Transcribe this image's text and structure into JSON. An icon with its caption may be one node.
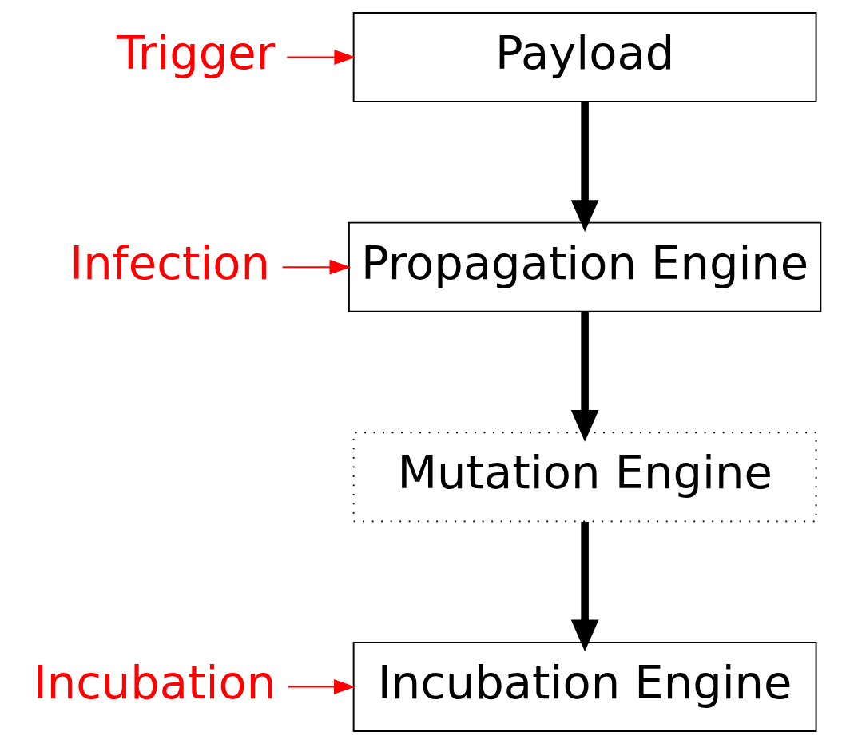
{
  "diagram": {
    "nodes": [
      {
        "text": [
          "Payload"
        ]
      },
      {
        "text": [
          "Propagation Engine"
        ]
      },
      {
        "text": [
          "Mutation Engine"
        ]
      },
      {
        "text": [
          "Incubation Engine"
        ]
      },
      {
        "text": [
          "Trigger"
        ]
      },
      {
        "text": [
          "Infection"
        ]
      },
      {
        "text": [
          "Incubation"
        ]
      }
    ],
    "edges": [
      {
        "from": 0,
        "to": 1,
        "arrow": "to",
        "style": "thick"
      },
      {
        "from": 1,
        "to": 2,
        "arrow": "to",
        "style": "thick"
      },
      {
        "from": 2,
        "to": 3,
        "arrow": "to",
        "style": "thick"
      },
      {
        "from": 4,
        "to": 0,
        "arrow": "to",
        "color": "#ff0000"
      },
      {
        "from": 5,
        "to": 1,
        "arrow": "to",
        "color": "#ff0000"
      },
      {
        "from": 6,
        "to": 3,
        "arrow": "to",
        "color": "#ff0000"
      }
    ]
  }
}
